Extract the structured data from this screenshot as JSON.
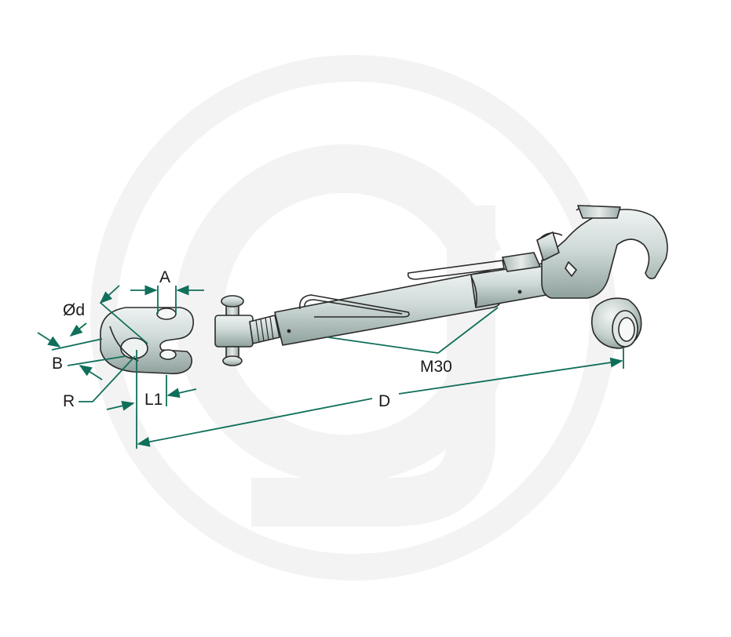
{
  "labels": {
    "A": "A",
    "Od": "Ød",
    "B": "B",
    "R": "R",
    "L1": "L1",
    "M30": "M30",
    "D": "D"
  },
  "colors": {
    "dimension": "#0f6f5a",
    "metal_light": "#dfe7e5",
    "metal_mid": "#b9c7c4",
    "metal_dark": "#8fa19d",
    "watermark": "#f2f2f2"
  }
}
